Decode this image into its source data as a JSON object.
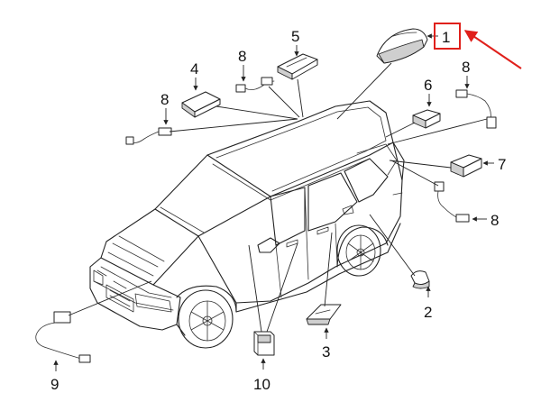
{
  "diagram": {
    "highlight_color": "#e0201b",
    "line_color": "#222222",
    "callouts": {
      "c1": "1",
      "c2": "2",
      "c3": "3",
      "c4": "4",
      "c5": "5",
      "c6": "6",
      "c7": "7",
      "c8a": "8",
      "c8b": "8",
      "c8c": "8",
      "c8d": "8",
      "c9": "9",
      "c10": "10"
    }
  }
}
